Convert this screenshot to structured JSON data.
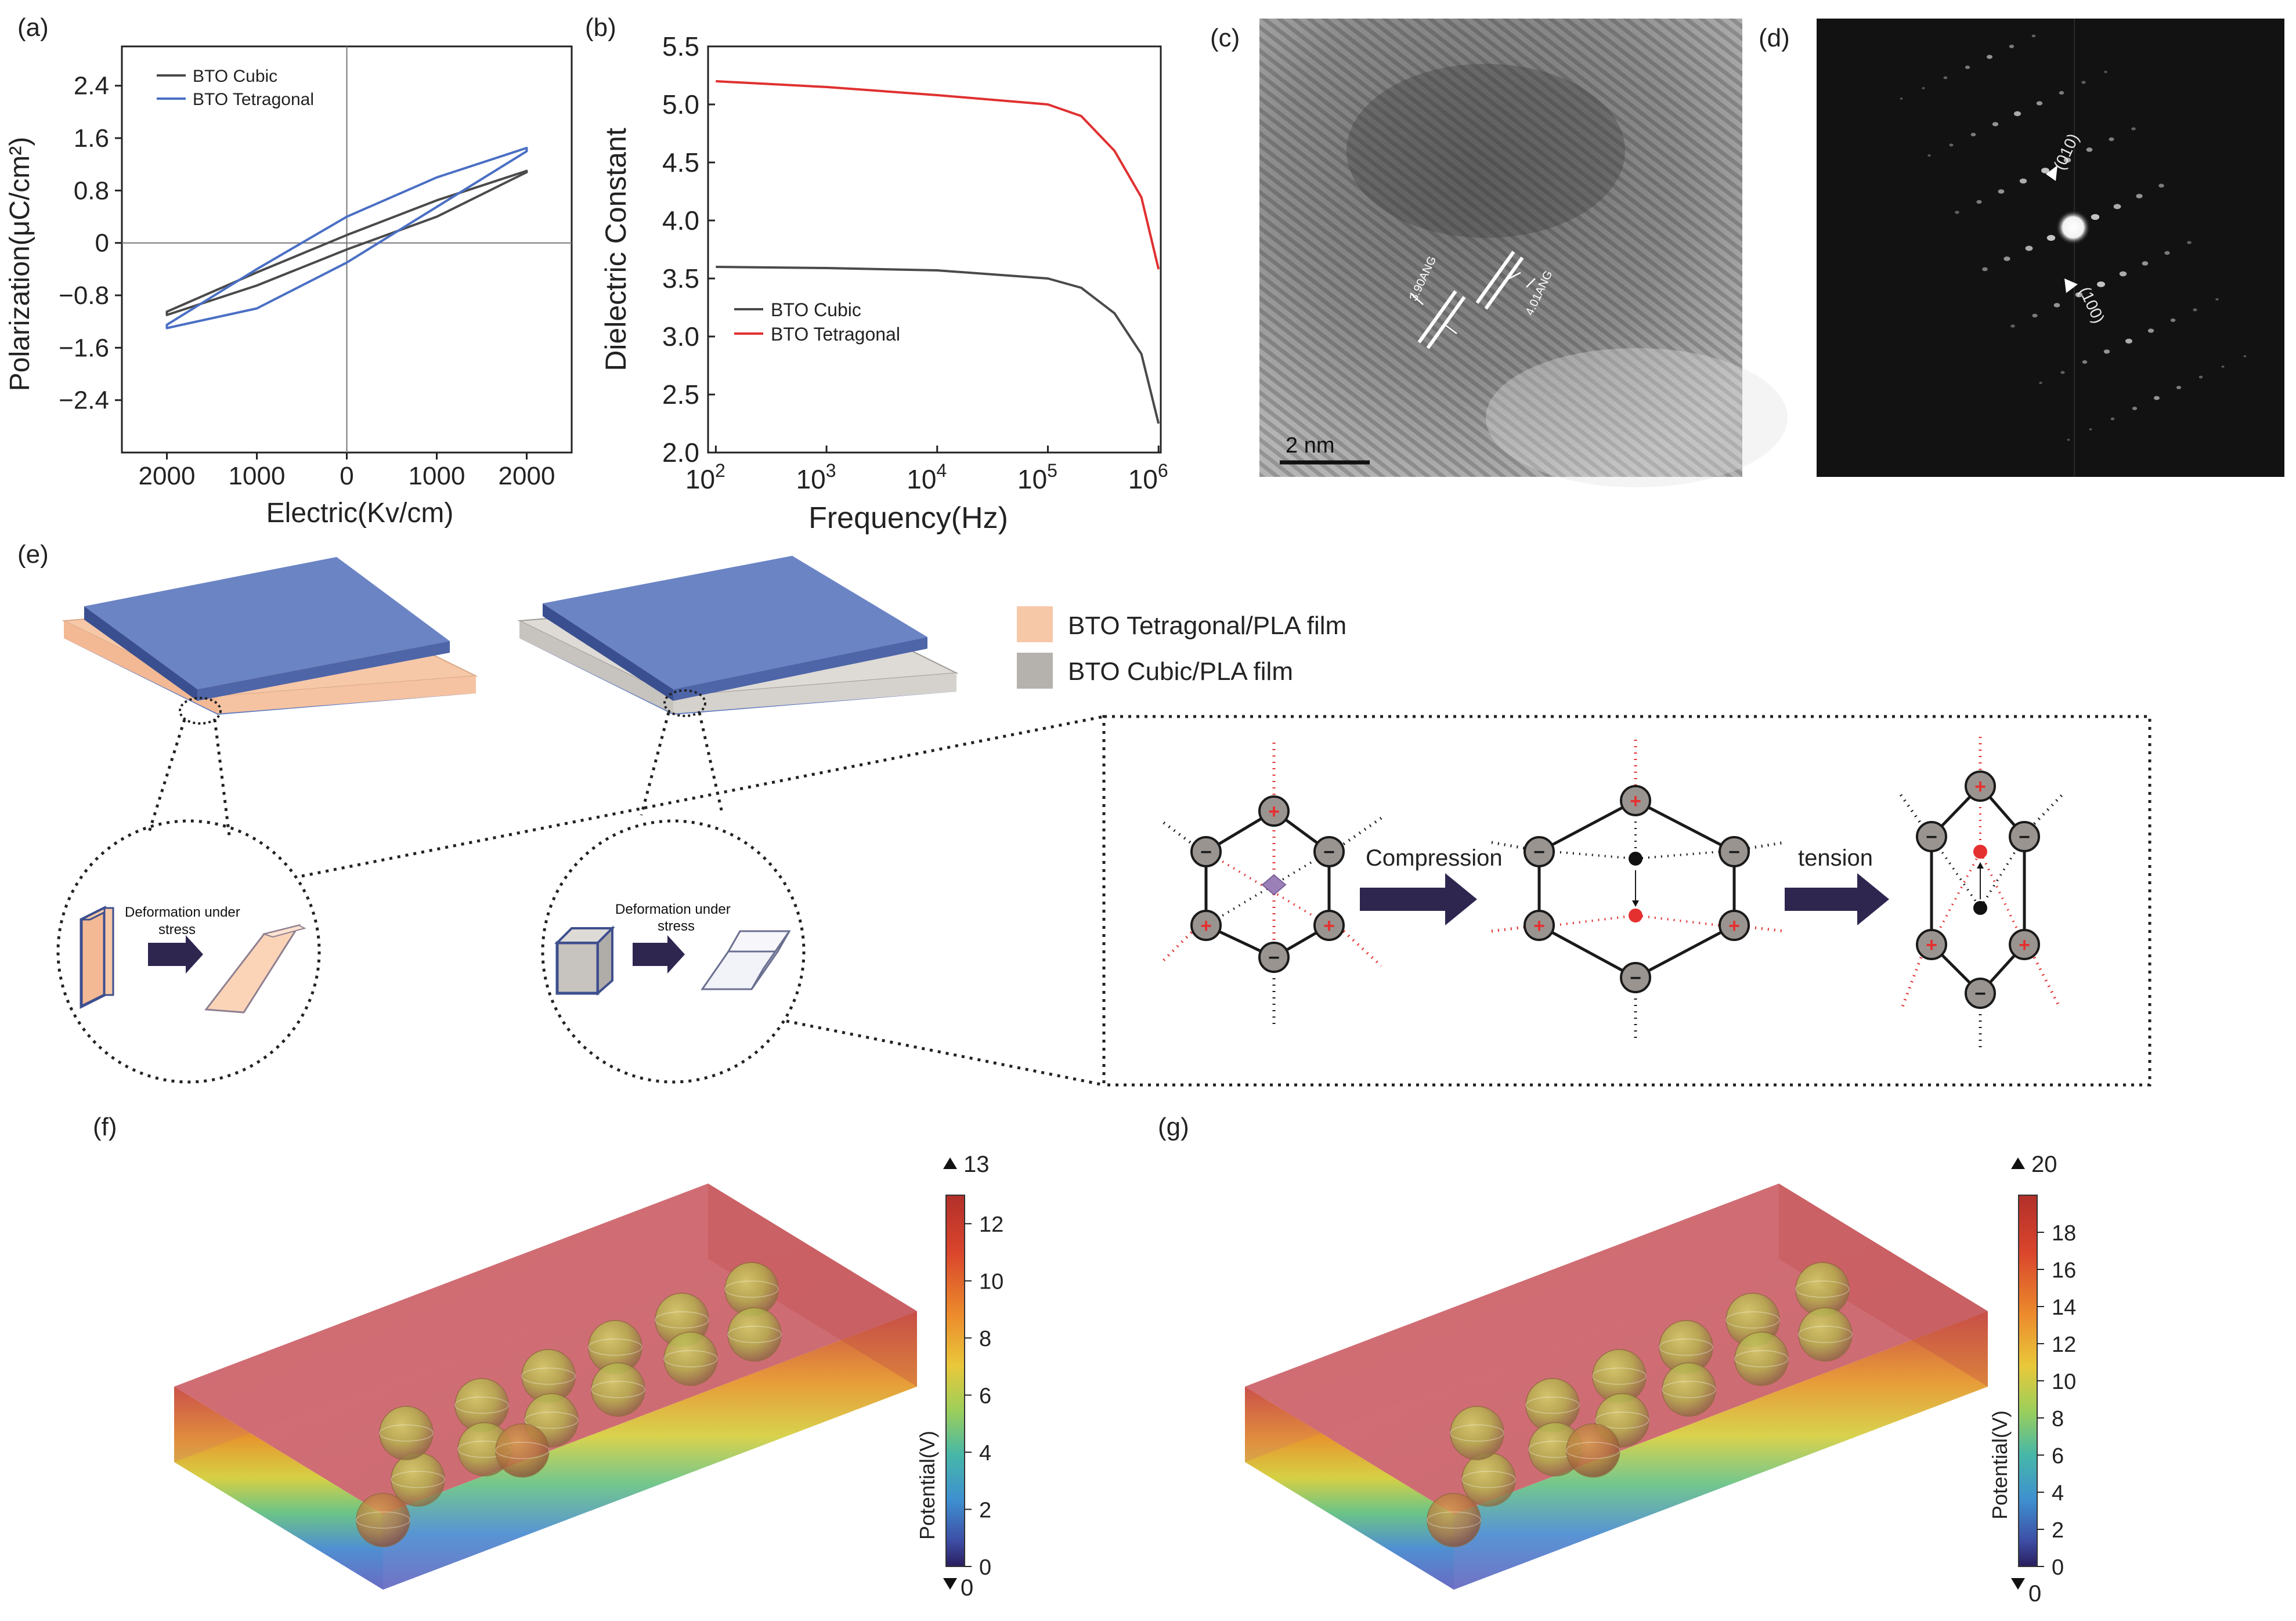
{
  "panels": {
    "a": {
      "tag": "(a)"
    },
    "b": {
      "tag": "(b)"
    },
    "c": {
      "tag": "(c)",
      "scale_bar": "2 nm",
      "d1": "3.90ANG",
      "d2": "4.01ANG"
    },
    "d": {
      "tag": "(d)",
      "spot1": "(010)",
      "spot2": "(100)"
    },
    "e": {
      "tag": "(e)",
      "legend": [
        "BTO Tetragonal/PLA film",
        "BTO Cubic/PLA film"
      ],
      "deform_label": "Deformation under stress",
      "compression_label": "Compression",
      "tension_label": "tension",
      "plus": "+",
      "minus": "−"
    },
    "f": {
      "tag": "(f)",
      "max_label": "13",
      "min_label": "0",
      "ticks": [
        "12",
        "10",
        "8",
        "6",
        "4",
        "2",
        "0"
      ],
      "colorbar_label": "Potential(V)"
    },
    "g": {
      "tag": "(g)",
      "max_label": "20",
      "min_label": "0",
      "ticks": [
        "18",
        "16",
        "14",
        "12",
        "10",
        "8",
        "6",
        "4",
        "2",
        "0"
      ],
      "colorbar_label": "Potential(V)"
    }
  },
  "colors": {
    "cubic": "#4a4a4a",
    "tetragonal": "#4a6fc4",
    "tetragonal_b": "#e03030",
    "film_blue": "#6b84c4",
    "peach": "#f6c8a8",
    "grey_film": "#dedad6",
    "arrow": "#2f2650"
  },
  "chart_data": [
    {
      "type": "line",
      "title": "",
      "xlabel": "Electric(Kv/cm)",
      "ylabel": "Polarization(μC/cm²)",
      "xlim": [
        -2500,
        2500
      ],
      "ylim": [
        -3.2,
        3.0
      ],
      "x_ticks": [
        -2000,
        -1000,
        0,
        1000,
        2000
      ],
      "x_tick_labels": [
        "2000",
        "1000",
        "0",
        "1000",
        "2000"
      ],
      "y_ticks": [
        2.4,
        1.6,
        0.8,
        0,
        -0.8,
        -1.6,
        -2.4
      ],
      "y_tick_labels": [
        "2.4",
        "1.6",
        "0.8",
        "0",
        "−0.8",
        "−1.6",
        "−2.4"
      ],
      "legend": "top-left",
      "series": [
        {
          "name": "BTO Cubic",
          "loop": "hysteresis",
          "x": [
            -2000,
            -1000,
            0,
            1000,
            2000
          ],
          "y_upper": [
            -1.05,
            -0.45,
            0.12,
            0.65,
            1.1
          ],
          "y_lower": [
            -1.1,
            -0.65,
            -0.1,
            0.4,
            1.08
          ]
        },
        {
          "name": "BTO Tetragonal",
          "loop": "hysteresis",
          "x": [
            -2000,
            -1000,
            0,
            1000,
            2000
          ],
          "y_upper": [
            -1.25,
            -0.4,
            0.4,
            1.0,
            1.45
          ],
          "y_lower": [
            -1.3,
            -1.0,
            -0.3,
            0.55,
            1.4
          ]
        }
      ]
    },
    {
      "type": "line",
      "title": "",
      "xlabel": "Frequency(Hz)",
      "ylabel": "Dielectric Constant",
      "x_scale": "log",
      "xlim": [
        100,
        1000000
      ],
      "ylim": [
        2.0,
        5.5
      ],
      "x_tick_labels": [
        [
          "10",
          "2"
        ],
        [
          "10",
          "3"
        ],
        [
          "10",
          "4"
        ],
        [
          "10",
          "5"
        ],
        [
          "10",
          "6"
        ]
      ],
      "y_ticks": [
        2.0,
        2.5,
        3.0,
        3.5,
        4.0,
        4.5,
        5.0,
        5.5
      ],
      "y_tick_labels": [
        "2.0",
        "2.5",
        "3.0",
        "3.5",
        "4.0",
        "4.5",
        "5.0",
        "5.5"
      ],
      "legend": "center-left",
      "series": [
        {
          "name": "BTO Cubic",
          "x": [
            100,
            1000,
            10000,
            100000,
            200000,
            400000,
            700000,
            1000000
          ],
          "y": [
            3.6,
            3.59,
            3.57,
            3.5,
            3.42,
            3.2,
            2.85,
            2.25
          ]
        },
        {
          "name": "BTO Tetragonal",
          "x": [
            100,
            1000,
            10000,
            100000,
            200000,
            400000,
            700000,
            1000000
          ],
          "y": [
            5.2,
            5.15,
            5.08,
            5.0,
            4.9,
            4.6,
            4.2,
            3.58
          ]
        }
      ]
    }
  ]
}
